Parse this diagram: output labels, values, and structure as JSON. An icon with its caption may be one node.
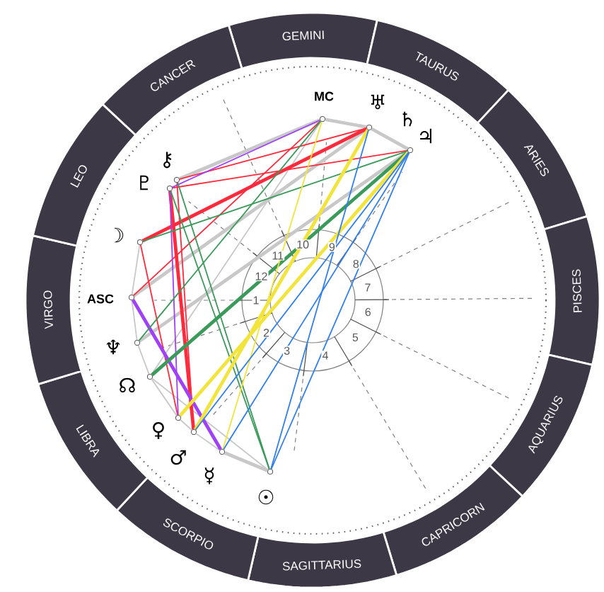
{
  "diagram": {
    "nodes": [
      {
        "text": [
          "GEMINI"
        ]
      },
      {
        "text": [
          "TAURUS"
        ]
      },
      {
        "text": [
          "ARIES"
        ]
      },
      {
        "text": [
          "PISCES"
        ]
      },
      {
        "text": [
          "AQUARIUS"
        ]
      },
      {
        "text": [
          "CAPRICORN"
        ]
      },
      {
        "text": [
          "SAGITTARIUS"
        ]
      },
      {
        "text": [
          "SCORPIO"
        ]
      },
      {
        "text": [
          "LIBRA"
        ]
      },
      {
        "text": [
          "VIRGO"
        ]
      },
      {
        "text": [
          "LEO"
        ]
      },
      {
        "text": [
          "CANCER"
        ]
      },
      {
        "text": [],
        "shape": "circle"
      },
      {
        "text": [],
        "shape": "circle"
      },
      {
        "text": [],
        "shape": "circle"
      },
      {
        "text": [],
        "shape": "circle"
      },
      {
        "text": [],
        "shape": "circle"
      },
      {
        "text": [],
        "shape": "circle"
      },
      {
        "text": [],
        "shape": "circle"
      },
      {
        "text": [],
        "shape": "circle"
      },
      {
        "text": [],
        "shape": "circle"
      },
      {
        "text": [],
        "shape": "circle"
      },
      {
        "text": [],
        "shape": "circle"
      },
      {
        "text": [],
        "shape": "circle"
      },
      {
        "text": [],
        "shape": "circle"
      }
    ],
    "edges": [
      {
        "from": 12,
        "to": 13,
        "arrow": "none",
        "style": "thick"
      },
      {
        "from": 13,
        "to": 14,
        "arrow": "none",
        "style": "thick"
      },
      {
        "from": 15,
        "to": 12,
        "arrow": "none",
        "style": "thick"
      },
      {
        "from": 17,
        "to": 18,
        "arrow": "none"
      },
      {
        "from": 18,
        "to": 19,
        "arrow": "none"
      },
      {
        "from": 19,
        "to": 20,
        "arrow": "none"
      },
      {
        "from": 20,
        "to": 21,
        "arrow": "none"
      },
      {
        "from": 21,
        "to": 22,
        "arrow": "none"
      },
      {
        "from": 22,
        "to": 23,
        "arrow": "none"
      },
      {
        "from": 23,
        "to": 24,
        "arrow": "none",
        "style": "thick"
      },
      {
        "from": 20,
        "to": 24,
        "arrow": "none"
      },
      {
        "from": 18,
        "to": 13,
        "arrow": "none",
        "style": "thick"
      },
      {
        "from": 19,
        "to": 14,
        "arrow": "none",
        "style": "thick"
      },
      {
        "from": 20,
        "to": 12,
        "arrow": "none"
      },
      {
        "from": 17,
        "to": 13,
        "arrow": "none",
        "style": "thick",
        "color": "#ff2a3c"
      },
      {
        "from": 15,
        "to": 13,
        "arrow": "none",
        "color": "#ff2a3c"
      },
      {
        "from": 16,
        "to": 14,
        "arrow": "none",
        "color": "#ff2a3c"
      },
      {
        "from": 16,
        "to": 22,
        "arrow": "none",
        "style": "thick",
        "color": "#ff2a3c"
      },
      {
        "from": 15,
        "to": 22,
        "arrow": "none",
        "color": "#ff2a3c"
      },
      {
        "from": 17,
        "to": 21,
        "arrow": "none",
        "color": "#ff2a3c"
      },
      {
        "from": 18,
        "to": 12,
        "arrow": "none",
        "color": "#ff2a3c"
      },
      {
        "from": 16,
        "to": 12,
        "arrow": "none",
        "color": "#a040f8"
      },
      {
        "from": 16,
        "to": 21,
        "arrow": "none",
        "color": "#a040f8"
      },
      {
        "from": 18,
        "to": 23,
        "arrow": "none",
        "style": "thick",
        "color": "#a040f8"
      },
      {
        "from": 16,
        "to": 24,
        "arrow": "none",
        "color": "#3a9a5a"
      },
      {
        "from": 20,
        "to": 14,
        "arrow": "none",
        "style": "thick",
        "color": "#3a9a5a"
      },
      {
        "from": 15,
        "to": 24,
        "arrow": "none",
        "color": "#3a9a5a"
      },
      {
        "from": 19,
        "to": 12,
        "arrow": "none",
        "color": "#3a9a5a"
      },
      {
        "from": 17,
        "to": 14,
        "arrow": "none",
        "color": "#3a9a5a"
      },
      {
        "from": 14,
        "to": 21,
        "arrow": "none",
        "style": "thick",
        "color": "#f2e43a"
      },
      {
        "from": 13,
        "to": 22,
        "arrow": "none",
        "style": "thick",
        "color": "#f2e43a"
      },
      {
        "from": 12,
        "to": 23,
        "arrow": "none",
        "color": "#f2e43a"
      },
      {
        "from": 14,
        "to": 24,
        "arrow": "none",
        "color": "#2f7ff0"
      },
      {
        "from": 14,
        "to": 23,
        "arrow": "none",
        "color": "#2f7ff0"
      },
      {
        "from": 14,
        "to": 22,
        "arrow": "none",
        "color": "#2f7ff0"
      },
      {
        "from": 13,
        "to": 24,
        "arrow": "none",
        "color": "#2f7ff0"
      }
    ],
    "labels": [
      "MC",
      "♅",
      "♄",
      "♃",
      "⚷",
      "♇",
      "☽",
      "9",
      "10",
      "8",
      "11",
      "12",
      "7",
      "ASC",
      "1",
      "6",
      "2",
      "♆",
      "5",
      "3",
      "4",
      "☊",
      "♀",
      "♂",
      "☿",
      "☉"
    ]
  }
}
